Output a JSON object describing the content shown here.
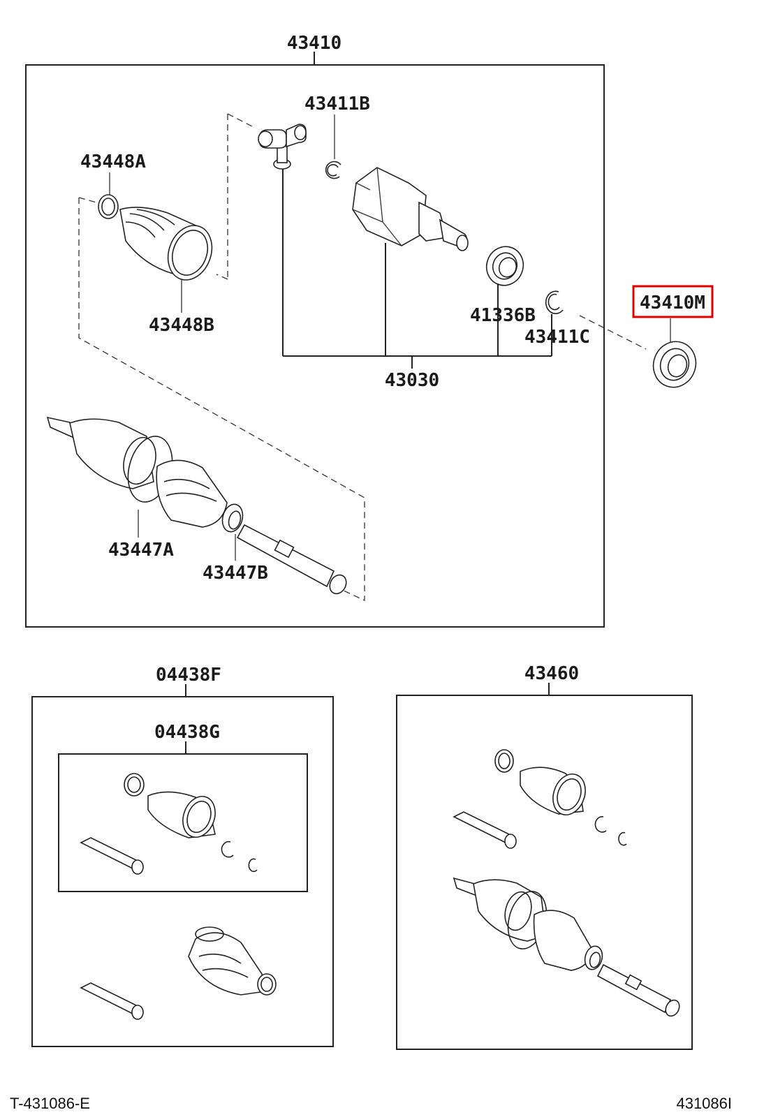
{
  "colors": {
    "highlight": "#e00000",
    "line": "#222222"
  },
  "labels": {
    "main_assembly": "43410",
    "inboard_joint": "43411B",
    "boot_clamp_a": "43448A",
    "boot_clamp_b": "43448B",
    "oil_seal": "41336B",
    "snap_ring": "43411C",
    "inboard_joint_assy": "43030",
    "highlighted_part": "43410M",
    "outboard_clamp_a": "43447A",
    "outboard_clamp_b": "43447B",
    "boot_kit_outer": "04438F",
    "boot_kit_inner": "04438G",
    "shaft_assy": "43460"
  },
  "footer": {
    "left": "T-431086-E",
    "right": "431086I"
  }
}
